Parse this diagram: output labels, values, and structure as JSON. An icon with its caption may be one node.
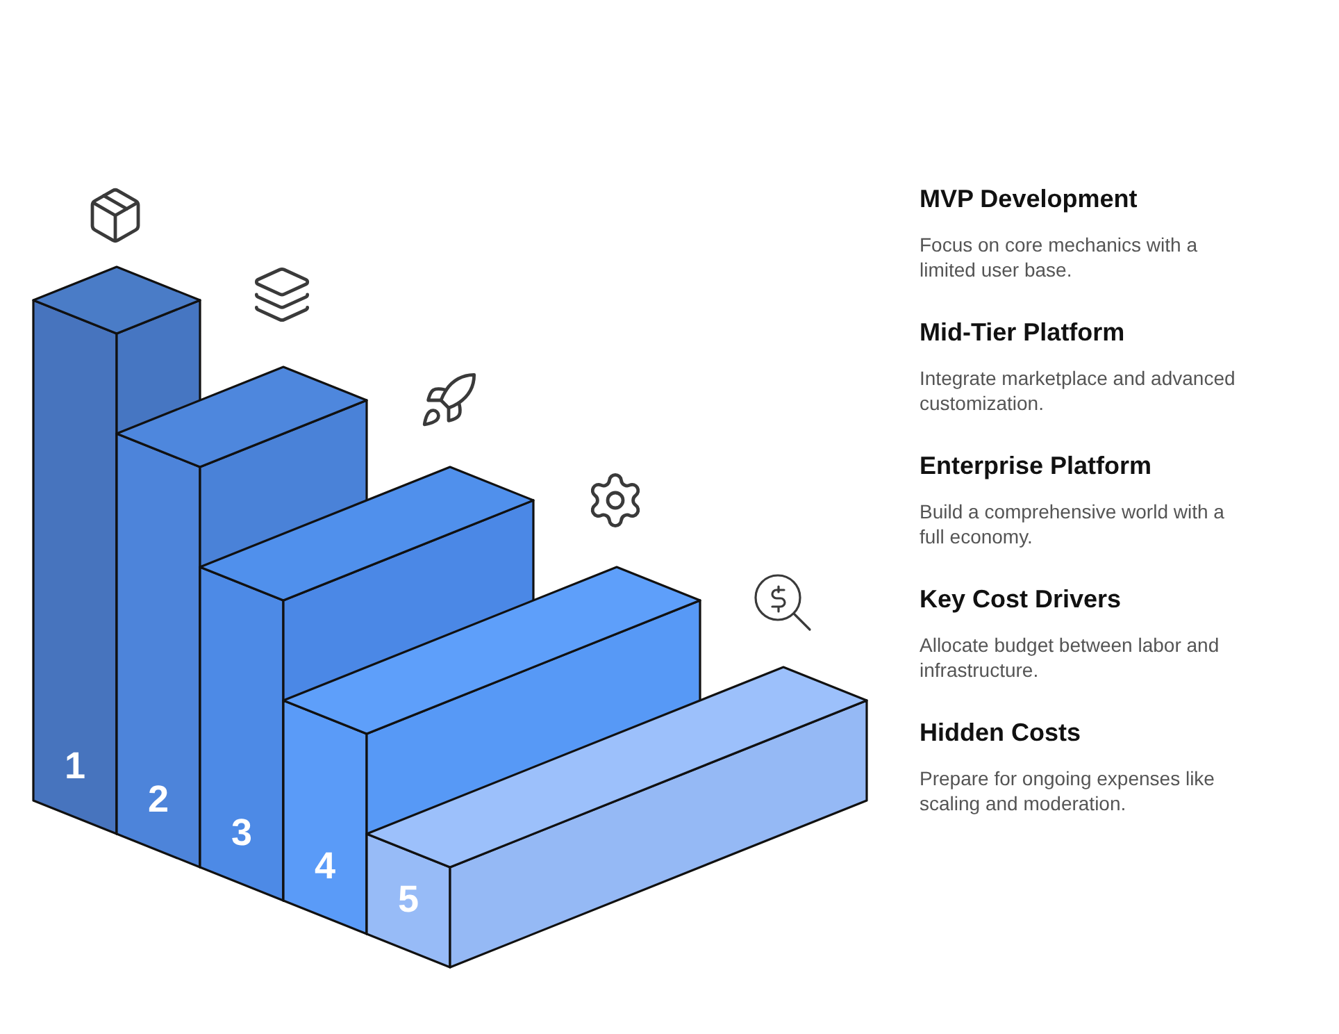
{
  "diagram": {
    "nodes": [
      {
        "text": [
          "1"
        ]
      },
      {
        "text": [
          "2"
        ]
      },
      {
        "text": [
          "3"
        ]
      },
      {
        "text": [
          "4"
        ]
      },
      {
        "text": [
          "5"
        ]
      }
    ],
    "edges": [],
    "labels": [
      "MVP Development",
      "Focus on core mechanics with a limited user base.",
      "Mid-Tier Platform",
      "Integrate marketplace and advanced customization.",
      "Enterprise Platform",
      "Build a comprehensive world with a full economy.",
      "Key Cost Drivers",
      "Allocate budget between labor and infrastructure.",
      "Hidden Costs",
      "Prepare for ongoing expenses like scaling and moderation."
    ]
  }
}
